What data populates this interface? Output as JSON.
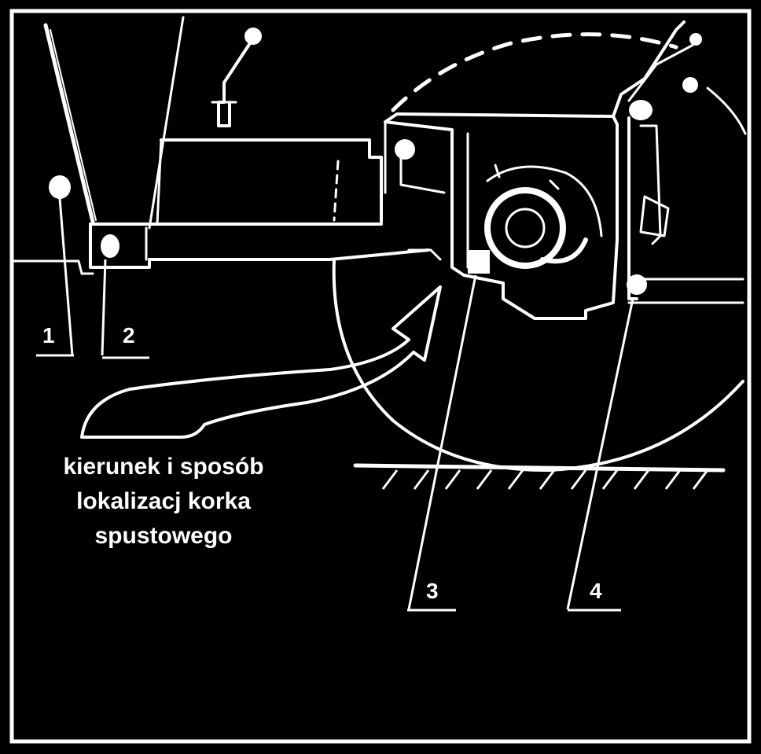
{
  "callouts": {
    "c1": "1",
    "c2": "2",
    "c3": "3",
    "c4": "4"
  },
  "caption": {
    "line1": "kierunek i sposób",
    "line2": "lokalizacj korka",
    "line3": "spustowego"
  },
  "colors": {
    "background": "#000000",
    "line": "#ffffff"
  }
}
